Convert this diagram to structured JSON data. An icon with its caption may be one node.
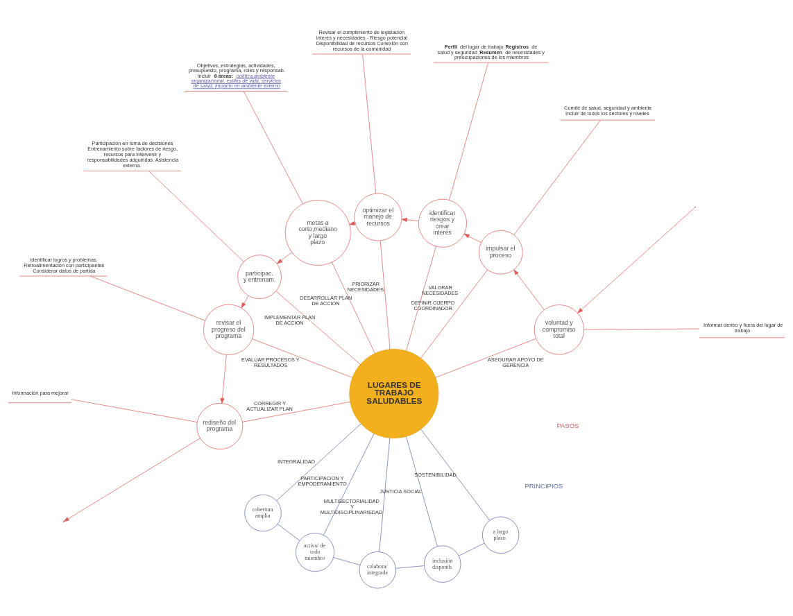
{
  "diagram": {
    "nodes": [
      {
        "text": [
          "LUGARES DE TRABAJO SALUDABLES"
        ]
      },
      {
        "text": [
          "voluntad y compromiso total"
        ]
      },
      {
        "text": [
          "impulsar el proceso"
        ]
      },
      {
        "text": [
          "identificar riesgos y crear interés"
        ]
      },
      {
        "text": [
          "optimizar el manejo de recursos"
        ]
      },
      {
        "text": [
          "metas a corto,mediano y largo plazo"
        ]
      },
      {
        "text": [
          "participac. y entrenam."
        ]
      },
      {
        "text": [
          "revisar el progreso del programa"
        ]
      },
      {
        "text": [
          "rediseño del programa"
        ]
      },
      {
        "text": [
          "cobertura amplia"
        ]
      },
      {
        "text": [
          "activa/ de todo miembro"
        ]
      },
      {
        "text": [
          "colabora/ integrada"
        ]
      },
      {
        "text": [
          "inclusión disponib."
        ]
      },
      {
        "text": [
          "a largo plazo."
        ]
      },
      {
        "text": [
          "Informar dentro y fuera del lugar de trabajo"
        ]
      },
      {
        "text": [
          "Comité de salud, seguridad y ambiente Incluir de todos los sectores y niveles"
        ]
      },
      {
        "text": [
          "**Perfil** del lugar de trabajo **Registros** de salud y seguridad **Resumen** de necesidades y preocupaciones de los miembros"
        ]
      },
      {
        "text": [
          "Revisar el cumplimiento de legislación Interés y necesidades - Riesgo potencial Disponibilidad de recursos Conexión con recursos de la comunidad"
        ]
      },
      {
        "text": [
          "Objetivos, estrategias, actividades, presupuesto, programa, roles y responsab. Incluir **6 áreas:** *política,ambiente organizacional, estilos de vida, servicios de salud, impacto en ambiente externo*"
        ]
      },
      {
        "text": [
          "Participación en toma de decisiones Entrenamiento sobre factores de riesgo, recursos para intervenir y responsabilidades adquiridas. Asistencia externa."
        ]
      },
      {
        "text": [
          "Identificar logros y problemas. Retroalimentación con participantes Considerar datos de partida"
        ]
      },
      {
        "text": [
          "Información para mejorar"
        ]
      }
    ],
    "edges": [
      {
        "from": 0,
        "to": 1,
        "arrow": "none",
        "label": "ASEGURAR APOYO DE GERENCIA"
      },
      {
        "from": 0,
        "to": 2,
        "arrow": "none",
        "label": "DEFINIR CUERPO COORDINADOR"
      },
      {
        "from": 0,
        "to": 3,
        "arrow": "none",
        "label": "VALORAR NECESIDADES"
      },
      {
        "from": 0,
        "to": 4,
        "arrow": "none",
        "label": "PRIORIZAR NECESIDADES"
      },
      {
        "from": 0,
        "to": 5,
        "arrow": "none",
        "label": "DESARROLLAR PLAN DE ACCION"
      },
      {
        "from": 0,
        "to": 6,
        "arrow": "none",
        "label": "IMPLEMENTAR PLAN DE ACCION"
      },
      {
        "from": 0,
        "to": 7,
        "arrow": "none",
        "label": "EVALUAR PROCESOS Y RESULTADOS"
      },
      {
        "from": 0,
        "to": 8,
        "arrow": "none",
        "label": "CORREGIR Y ACTUALIZAR PLAN"
      },
      {
        "from": 0,
        "to": 9,
        "arrow": "none",
        "label": "INTEGRALIDAD",
        "color": "#5a68a8"
      },
      {
        "from": 0,
        "to": 10,
        "arrow": "none",
        "label": "PARTICIPACION Y EMPODERAMIENTO",
        "color": "#5a68a8"
      },
      {
        "from": 0,
        "to": 11,
        "arrow": "none",
        "label": "MULTISECTORIALIDAD Y MULTIDISCIPLINARIEDAD",
        "color": "#5a68a8"
      },
      {
        "from": 0,
        "to": 12,
        "arrow": "none",
        "label": "JUSTICIA SOCIAL",
        "color": "#5a68a8"
      },
      {
        "from": 0,
        "to": 13,
        "arrow": "none",
        "label": "SOSTENIBILIDAD",
        "color": "#5a68a8"
      },
      {
        "from": 1,
        "to": 2,
        "arrow": "to"
      },
      {
        "from": 2,
        "to": 3,
        "arrow": "to"
      },
      {
        "from": 3,
        "to": 4,
        "arrow": "to"
      },
      {
        "from": 4,
        "to": 5,
        "arrow": "to"
      },
      {
        "from": 5,
        "to": 6,
        "arrow": "to"
      },
      {
        "from": 6,
        "to": 7,
        "arrow": "to"
      },
      {
        "from": 7,
        "to": 8,
        "arrow": "to"
      },
      {
        "from": 8,
        "to": null,
        "arrow": "to"
      },
      {
        "from": null,
        "to": 1,
        "arrow": "to"
      },
      {
        "from": 9,
        "to": 10,
        "arrow": "none",
        "color": "#5a68a8"
      },
      {
        "from": 10,
        "to": 11,
        "arrow": "none",
        "color": "#5a68a8"
      },
      {
        "from": 11,
        "to": 12,
        "arrow": "none",
        "color": "#5a68a8"
      },
      {
        "from": 12,
        "to": 13,
        "arrow": "none",
        "color": "#5a68a8"
      },
      {
        "from": 1,
        "to": 14,
        "arrow": "none"
      },
      {
        "from": 2,
        "to": 15,
        "arrow": "none"
      },
      {
        "from": 3,
        "to": 16,
        "arrow": "none"
      },
      {
        "from": 4,
        "to": 17,
        "arrow": "none"
      },
      {
        "from": 5,
        "to": 18,
        "arrow": "none"
      },
      {
        "from": 6,
        "to": 19,
        "arrow": "none"
      },
      {
        "from": 7,
        "to": 20,
        "arrow": "none"
      },
      {
        "from": 8,
        "to": 21,
        "arrow": "none"
      }
    ],
    "labels": [
      "PRINCIPIOS",
      "PASOS"
    ]
  }
}
